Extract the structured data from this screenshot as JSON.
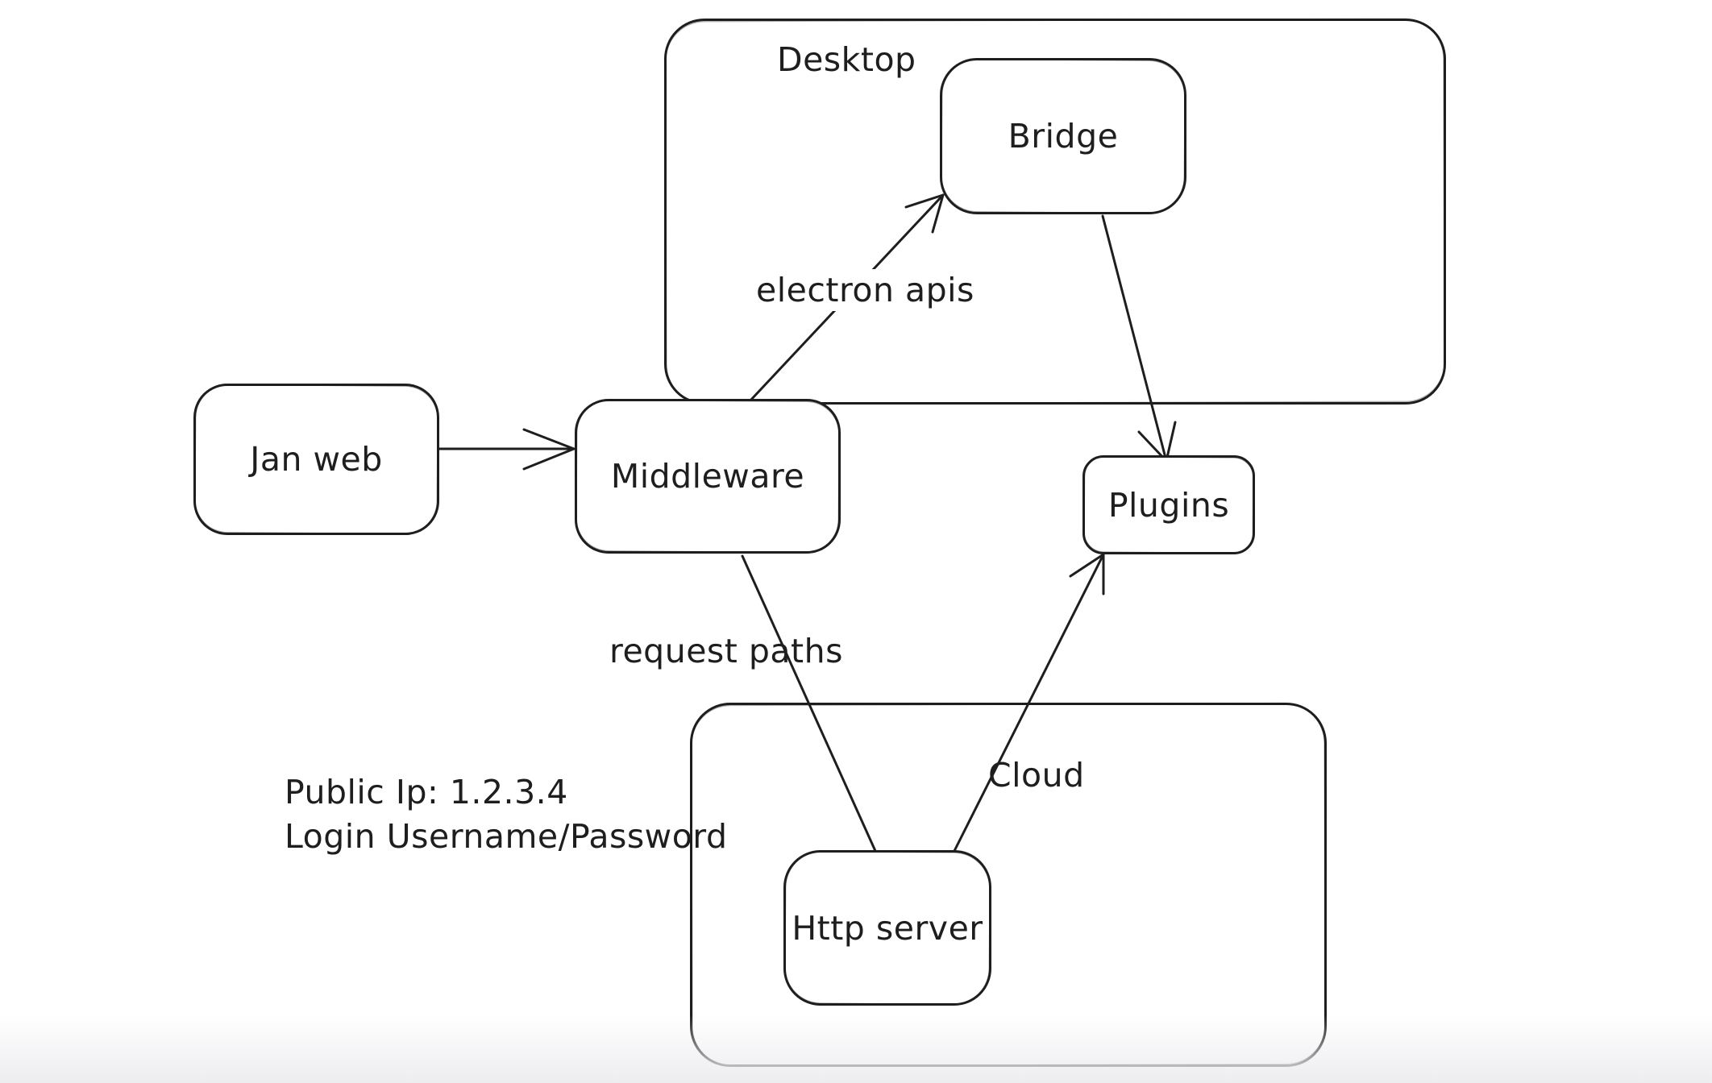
{
  "canvas": {
    "background": "#ffffff",
    "stroke_color": "#1e1e1e",
    "bottom_fade_color": "#ededf0"
  },
  "containers": [
    {
      "id": "desktop",
      "label": "Desktop"
    },
    {
      "id": "cloud",
      "label": "Cloud"
    }
  ],
  "nodes": {
    "jan_web": {
      "label": "Jan web"
    },
    "middleware": {
      "label": "Middleware"
    },
    "bridge": {
      "label": "Bridge"
    },
    "plugins": {
      "label": "Plugins"
    },
    "http_server": {
      "label": "Http server"
    }
  },
  "edges": [
    {
      "from": "Jan web",
      "to": "Middleware",
      "label": "",
      "arrowhead": "end"
    },
    {
      "from": "Middleware",
      "to": "Bridge",
      "label": "electron apis",
      "arrowhead": "end"
    },
    {
      "from": "Bridge",
      "to": "Plugins",
      "label": "",
      "arrowhead": "end"
    },
    {
      "from": "Middleware",
      "to": "Http server",
      "label": "request paths",
      "arrowhead": "none"
    },
    {
      "from": "Http server",
      "to": "Plugins",
      "label": "",
      "arrowhead": "end"
    }
  ],
  "annotation": {
    "line1": "Public Ip: 1.2.3.4",
    "line2": "Login Username/Password"
  }
}
